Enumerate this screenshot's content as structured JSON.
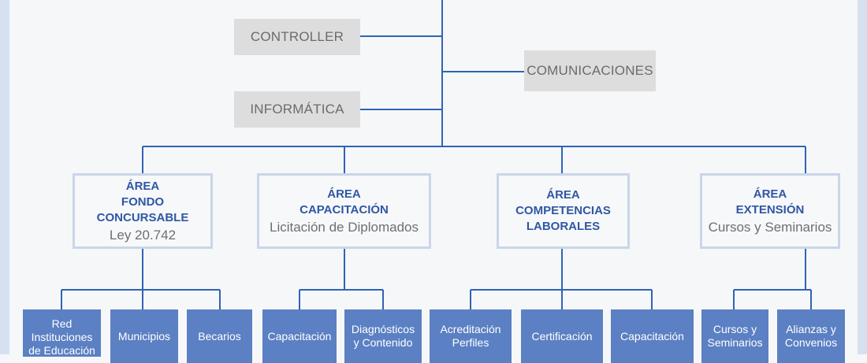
{
  "staff": {
    "controller": "CONTROLLER",
    "comunicaciones": "COMUNICACIONES",
    "informatica": "INFORMÁTICA"
  },
  "areas": [
    {
      "title": "ÁREA\nFONDO CONCURSABLE",
      "subtitle": "Ley 20.742"
    },
    {
      "title": "ÁREA\nCAPACITACIÓN",
      "subtitle": "Licitación de Diplomados"
    },
    {
      "title": "ÁREA\nCOMPETENCIAS\nLABORALES",
      "subtitle": ""
    },
    {
      "title": "ÁREA\nEXTENSIÓN",
      "subtitle": "Cursos y Seminarios"
    }
  ],
  "units": [
    "Red\nInstituciones\nde Educación",
    "Municipios",
    "Becarios",
    "Capacitación",
    "Diagnósticos\ny Contenido",
    "Acreditación\nPerfiles",
    "Certificación",
    "Capacitación",
    "Cursos y\nSeminarios",
    "Alianzas y\nConvenios"
  ],
  "colors": {
    "line": "#2f64b5",
    "leaf_fill": "#5b80c3",
    "area_title": "#2f57a4",
    "area_border": "#c9d6ea",
    "staff_fill": "#dddddd"
  }
}
